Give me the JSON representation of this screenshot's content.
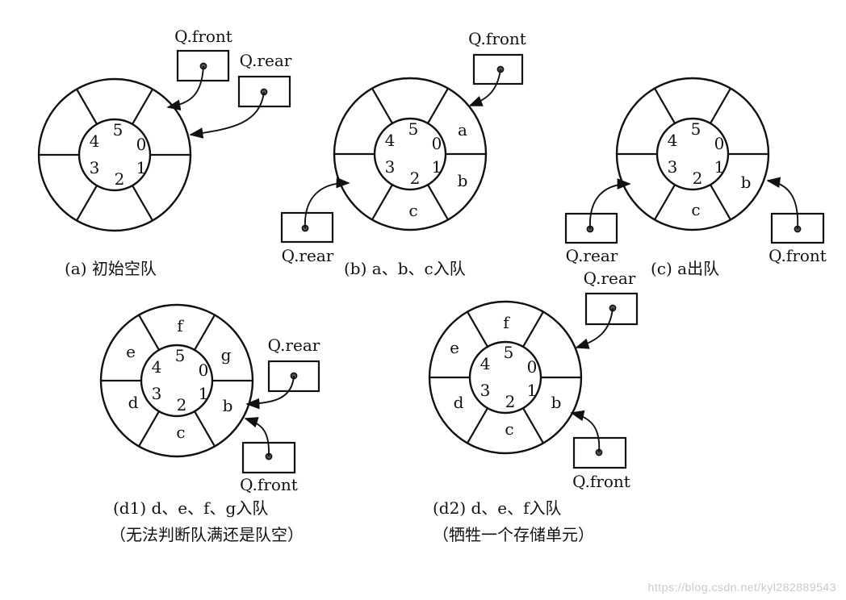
{
  "colors": {
    "ink": "#111111",
    "dot": "#555555",
    "watermark": "#c9c9c9"
  },
  "diagrams": [
    {
      "id": "a",
      "caption_lines": [
        "(a) 初始空队"
      ],
      "indices": [
        "0",
        "1",
        "2",
        "3",
        "4",
        "5"
      ],
      "elements": [
        "",
        "",
        "",
        "",
        "",
        ""
      ],
      "pointers": [
        {
          "label": "Q.front",
          "target_sector": 0
        },
        {
          "label": "Q.rear",
          "target_sector": 0
        }
      ]
    },
    {
      "id": "b",
      "caption_lines": [
        "(b) a、b、c入队"
      ],
      "indices": [
        "0",
        "1",
        "2",
        "3",
        "4",
        "5"
      ],
      "elements": [
        "a",
        "b",
        "c",
        "",
        "",
        ""
      ],
      "pointers": [
        {
          "label": "Q.front",
          "target_sector": 0
        },
        {
          "label": "Q.rear",
          "target_sector": 3
        }
      ]
    },
    {
      "id": "c",
      "caption_lines": [
        "(c) a出队"
      ],
      "indices": [
        "0",
        "1",
        "2",
        "3",
        "4",
        "5"
      ],
      "elements": [
        "",
        "b",
        "c",
        "",
        "",
        ""
      ],
      "pointers": [
        {
          "label": "Q.rear",
          "target_sector": 3
        },
        {
          "label": "Q.front",
          "target_sector": 1
        }
      ]
    },
    {
      "id": "d1",
      "caption_lines": [
        "(d1) d、e、f、g入队",
        "（无法判断队满还是队空）"
      ],
      "indices": [
        "0",
        "1",
        "2",
        "3",
        "4",
        "5"
      ],
      "elements": [
        "g",
        "b",
        "c",
        "d",
        "e",
        "f"
      ],
      "pointers": [
        {
          "label": "Q.rear",
          "target_sector": 1
        },
        {
          "label": "Q.front",
          "target_sector": 1
        }
      ]
    },
    {
      "id": "d2",
      "caption_lines": [
        "(d2) d、e、f入队",
        "（牺牲一个存储单元）"
      ],
      "indices": [
        "0",
        "1",
        "2",
        "3",
        "4",
        "5"
      ],
      "elements": [
        "",
        "b",
        "c",
        "d",
        "e",
        "f"
      ],
      "pointers": [
        {
          "label": "Q.rear",
          "target_sector": 0
        },
        {
          "label": "Q.front",
          "target_sector": 1
        }
      ]
    }
  ],
  "watermark": "https://blog.csdn.net/kyl282889543"
}
